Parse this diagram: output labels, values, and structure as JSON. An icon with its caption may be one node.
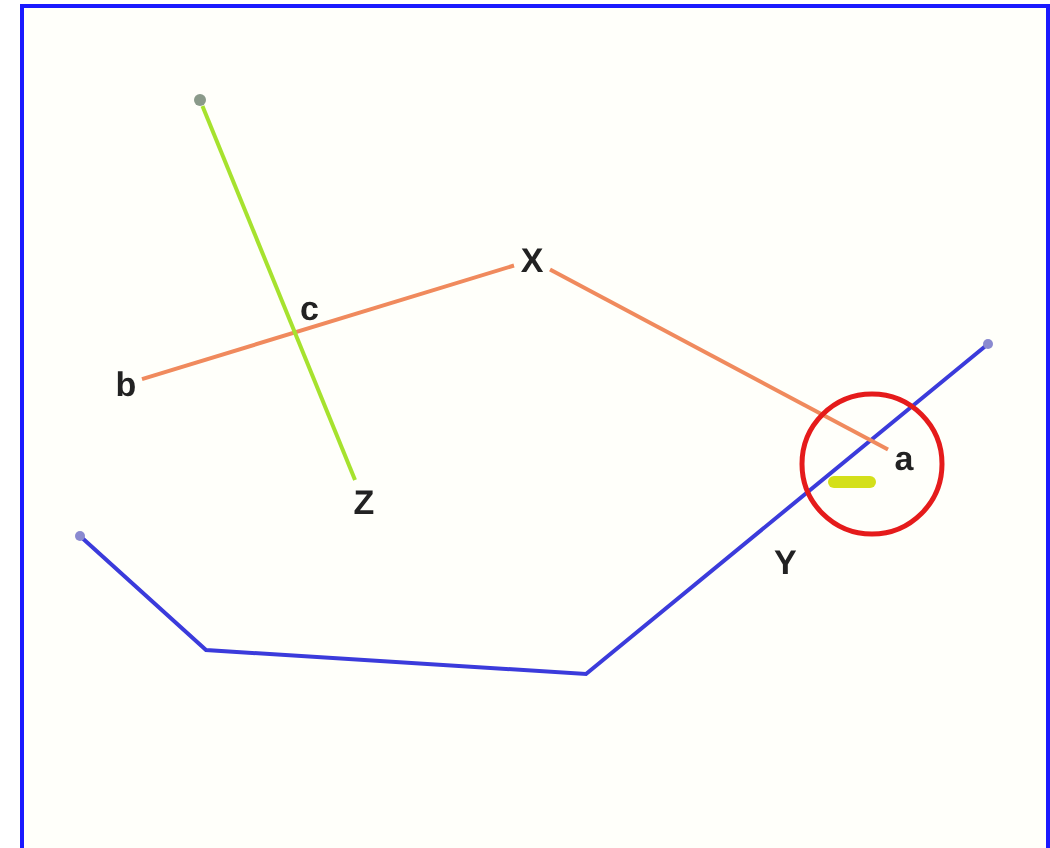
{
  "diagram": {
    "nodes": [
      {
        "text": [
          "b"
        ]
      },
      {
        "text": [
          "X"
        ]
      },
      {
        "text": [
          "a"
        ]
      },
      {
        "text": [],
        "shape": "circle"
      },
      {
        "text": [
          "Z"
        ]
      }
    ],
    "edges": [
      {
        "from": 0,
        "to": 1,
        "arrow": "none",
        "color": "#f08a5d"
      },
      {
        "from": 1,
        "to": 2,
        "arrow": "none",
        "color": "#f08a5d"
      },
      {
        "from": 3,
        "to": 4,
        "arrow": "none",
        "color": "#a6e22e"
      }
    ],
    "labels": [
      "c",
      "Y"
    ]
  }
}
